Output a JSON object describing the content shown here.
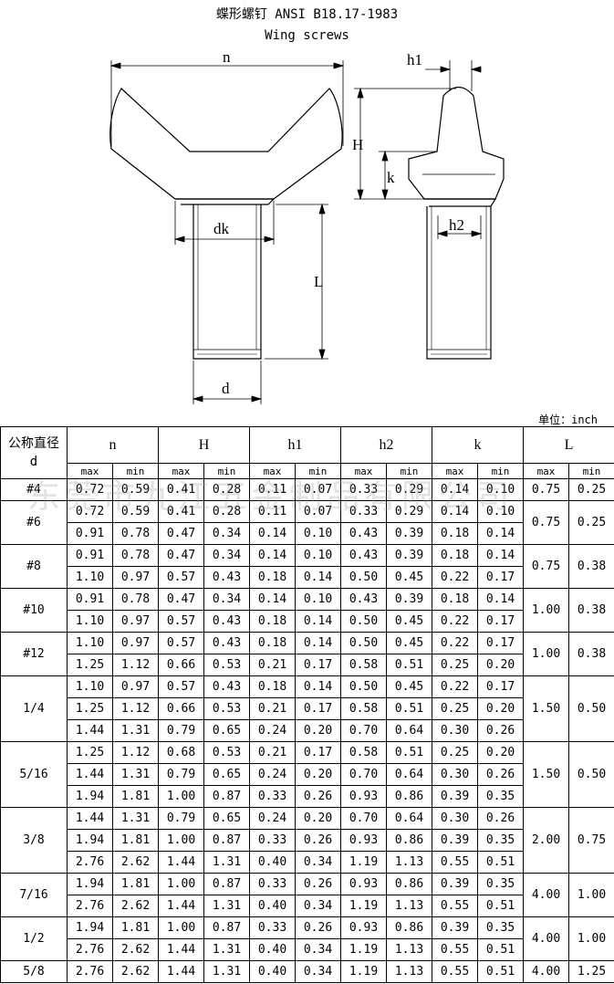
{
  "title": "蝶形螺钉  ANSI B18.17-1983",
  "subtitle": "Wing screws",
  "drawing_labels": {
    "n": "n",
    "H": "H",
    "k": "k",
    "h1": "h1",
    "h2": "h2",
    "dk": "dk",
    "L": "L",
    "d": "d"
  },
  "unit_label": "单位：inch",
  "watermark": "东莞市九江五金制品有限公司",
  "table": {
    "first_header": [
      "公称直径",
      "d"
    ],
    "groups": [
      "n",
      "H",
      "h1",
      "h2",
      "k",
      "L"
    ],
    "sub": [
      "max",
      "min"
    ],
    "sizes": [
      {
        "size": "#4",
        "rows": [
          [
            "0.72",
            "0.59",
            "0.41",
            "0.28",
            "0.11",
            "0.07",
            "0.33",
            "0.29",
            "0.14",
            "0.10"
          ]
        ],
        "L": [
          "0.75",
          "0.25"
        ]
      },
      {
        "size": "#6",
        "rows": [
          [
            "0.72",
            "0.59",
            "0.41",
            "0.28",
            "0.11",
            "0.07",
            "0.33",
            "0.29",
            "0.14",
            "0.10"
          ],
          [
            "0.91",
            "0.78",
            "0.47",
            "0.34",
            "0.14",
            "0.10",
            "0.43",
            "0.39",
            "0.18",
            "0.14"
          ]
        ],
        "L": [
          "0.75",
          "0.25"
        ]
      },
      {
        "size": "#8",
        "rows": [
          [
            "0.91",
            "0.78",
            "0.47",
            "0.34",
            "0.14",
            "0.10",
            "0.43",
            "0.39",
            "0.18",
            "0.14"
          ],
          [
            "1.10",
            "0.97",
            "0.57",
            "0.43",
            "0.18",
            "0.14",
            "0.50",
            "0.45",
            "0.22",
            "0.17"
          ]
        ],
        "L": [
          "0.75",
          "0.38"
        ]
      },
      {
        "size": "#10",
        "rows": [
          [
            "0.91",
            "0.78",
            "0.47",
            "0.34",
            "0.14",
            "0.10",
            "0.43",
            "0.39",
            "0.18",
            "0.14"
          ],
          [
            "1.10",
            "0.97",
            "0.57",
            "0.43",
            "0.18",
            "0.14",
            "0.50",
            "0.45",
            "0.22",
            "0.17"
          ]
        ],
        "L": [
          "1.00",
          "0.38"
        ]
      },
      {
        "size": "#12",
        "rows": [
          [
            "1.10",
            "0.97",
            "0.57",
            "0.43",
            "0.18",
            "0.14",
            "0.50",
            "0.45",
            "0.22",
            "0.17"
          ],
          [
            "1.25",
            "1.12",
            "0.66",
            "0.53",
            "0.21",
            "0.17",
            "0.58",
            "0.51",
            "0.25",
            "0.20"
          ]
        ],
        "L": [
          "1.00",
          "0.38"
        ]
      },
      {
        "size": "1/4",
        "rows": [
          [
            "1.10",
            "0.97",
            "0.57",
            "0.43",
            "0.18",
            "0.14",
            "0.50",
            "0.45",
            "0.22",
            "0.17"
          ],
          [
            "1.25",
            "1.12",
            "0.66",
            "0.53",
            "0.21",
            "0.17",
            "0.58",
            "0.51",
            "0.25",
            "0.20"
          ],
          [
            "1.44",
            "1.31",
            "0.79",
            "0.65",
            "0.24",
            "0.20",
            "0.70",
            "0.64",
            "0.30",
            "0.26"
          ]
        ],
        "L": [
          "1.50",
          "0.50"
        ]
      },
      {
        "size": "5/16",
        "rows": [
          [
            "1.25",
            "1.12",
            "0.68",
            "0.53",
            "0.21",
            "0.17",
            "0.58",
            "0.51",
            "0.25",
            "0.20"
          ],
          [
            "1.44",
            "1.31",
            "0.79",
            "0.65",
            "0.24",
            "0.20",
            "0.70",
            "0.64",
            "0.30",
            "0.26"
          ],
          [
            "1.94",
            "1.81",
            "1.00",
            "0.87",
            "0.33",
            "0.26",
            "0.93",
            "0.86",
            "0.39",
            "0.35"
          ]
        ],
        "L": [
          "1.50",
          "0.50"
        ]
      },
      {
        "size": "3/8",
        "rows": [
          [
            "1.44",
            "1.31",
            "0.79",
            "0.65",
            "0.24",
            "0.20",
            "0.70",
            "0.64",
            "0.30",
            "0.26"
          ],
          [
            "1.94",
            "1.81",
            "1.00",
            "0.87",
            "0.33",
            "0.26",
            "0.93",
            "0.86",
            "0.39",
            "0.35"
          ],
          [
            "2.76",
            "2.62",
            "1.44",
            "1.31",
            "0.40",
            "0.34",
            "1.19",
            "1.13",
            "0.55",
            "0.51"
          ]
        ],
        "L": [
          "2.00",
          "0.75"
        ]
      },
      {
        "size": "7/16",
        "rows": [
          [
            "1.94",
            "1.81",
            "1.00",
            "0.87",
            "0.33",
            "0.26",
            "0.93",
            "0.86",
            "0.39",
            "0.35"
          ],
          [
            "2.76",
            "2.62",
            "1.44",
            "1.31",
            "0.40",
            "0.34",
            "1.19",
            "1.13",
            "0.55",
            "0.51"
          ]
        ],
        "L": [
          "4.00",
          "1.00"
        ]
      },
      {
        "size": "1/2",
        "rows": [
          [
            "1.94",
            "1.81",
            "1.00",
            "0.87",
            "0.33",
            "0.26",
            "0.93",
            "0.86",
            "0.39",
            "0.35"
          ],
          [
            "2.76",
            "2.62",
            "1.44",
            "1.31",
            "0.40",
            "0.34",
            "1.19",
            "1.13",
            "0.55",
            "0.51"
          ]
        ],
        "L": [
          "4.00",
          "1.00"
        ]
      },
      {
        "size": "5/8",
        "rows": [
          [
            "2.76",
            "2.62",
            "1.44",
            "1.31",
            "0.40",
            "0.34",
            "1.19",
            "1.13",
            "0.55",
            "0.51"
          ]
        ],
        "L": [
          "4.00",
          "1.25"
        ]
      }
    ]
  }
}
